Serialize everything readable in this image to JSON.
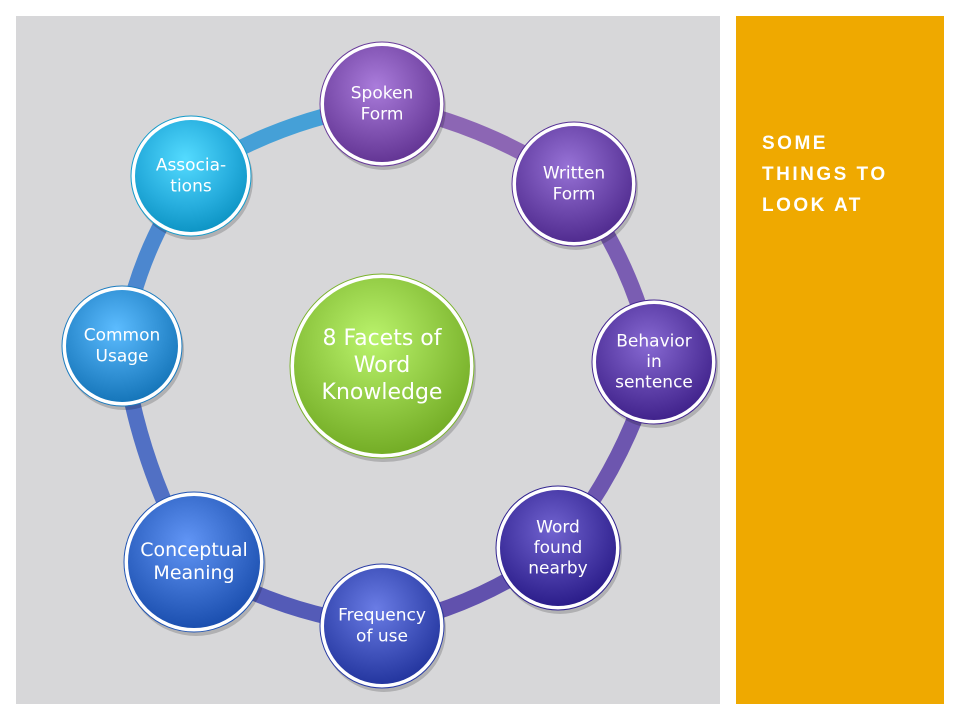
{
  "side_panel": {
    "title": "SOME\nTHINGS TO\nLOOK AT"
  },
  "diagram": {
    "center": {
      "lines": [
        "8 Facets of",
        "Word",
        "Knowledge"
      ],
      "color": "#8dc63f"
    },
    "facets": [
      {
        "id": "spoken-form",
        "lines": [
          "Spoken",
          "Form"
        ],
        "color": "#7d4fae"
      },
      {
        "id": "written-form",
        "lines": [
          "Written",
          "Form"
        ],
        "color": "#6a45a9"
      },
      {
        "id": "behavior-in-sentence",
        "lines": [
          "Behavior",
          "in",
          "sentence"
        ],
        "color": "#5a3ca5"
      },
      {
        "id": "word-found-nearby",
        "lines": [
          "Word",
          "found",
          "nearby"
        ],
        "color": "#4436a3"
      },
      {
        "id": "frequency-of-use",
        "lines": [
          "Frequency",
          "of use"
        ],
        "color": "#3d4fb8"
      },
      {
        "id": "conceptual-meaning",
        "lines": [
          "Conceptual",
          "Meaning"
        ],
        "color": "#3468c8"
      },
      {
        "id": "common-usage",
        "lines": [
          "Common",
          "Usage"
        ],
        "color": "#2f8fd3"
      },
      {
        "id": "associations",
        "lines": [
          "Associa-",
          "tions"
        ],
        "color": "#27aede"
      }
    ],
    "ring_colors": [
      "#7f52ad",
      "#6a48aa",
      "#5b40a7",
      "#4c3aa5",
      "#3d45b0",
      "#3a5ec0",
      "#3479cc",
      "#2b97d6"
    ]
  }
}
